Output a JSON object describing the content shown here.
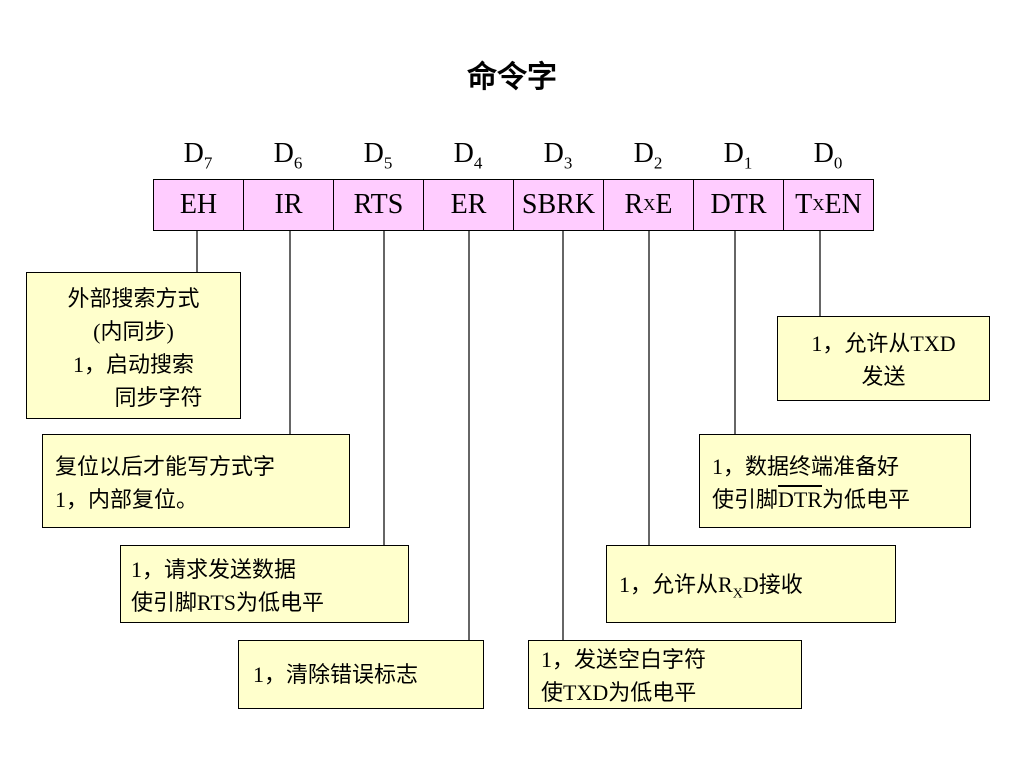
{
  "title": "命令字",
  "bits": [
    {
      "label": "D",
      "index": "7"
    },
    {
      "label": "D",
      "index": "6"
    },
    {
      "label": "D",
      "index": "5"
    },
    {
      "label": "D",
      "index": "4"
    },
    {
      "label": "D",
      "index": "3"
    },
    {
      "label": "D",
      "index": "2"
    },
    {
      "label": "D",
      "index": "1"
    },
    {
      "label": "D",
      "index": "0"
    }
  ],
  "fields": {
    "eh": "EH",
    "ir": "IR",
    "rts": "RTS",
    "er": "ER",
    "sbrk": "SBRK",
    "rxe": {
      "pre": "R",
      "sub": "X",
      "post": "E"
    },
    "dtr": "DTR",
    "txen": {
      "pre": "T",
      "sub": "X",
      "post": "EN"
    }
  },
  "notes": {
    "eh": {
      "line1": "外部搜索方式",
      "line2": "(内同步)",
      "line3": "1，启动搜索",
      "line4": "同步字符"
    },
    "ir": {
      "line1": "复位以后才能写方式字",
      "line2": "1，内部复位。"
    },
    "rts": {
      "line1": "1，请求发送数据",
      "line2": "使引脚RTS为低电平"
    },
    "er": {
      "line1": "1，清除错误标志"
    },
    "sbrk": {
      "line1": "1，发送空白字符",
      "line2": "使TXD为低电平"
    },
    "rxe": {
      "pre": "1，允许从R",
      "sub": "X",
      "post": "D接收"
    },
    "dtr": {
      "line1": "1，数据终端准备好",
      "line2_pre": "使引脚",
      "line2_over": "DTR",
      "line2_post": "为低电平"
    },
    "txen": {
      "line1": "1，允许从TXD",
      "line2": "发送"
    }
  },
  "colors": {
    "register_fill": "#ffccff",
    "note_fill": "#ffffcc",
    "stroke": "#000000"
  }
}
